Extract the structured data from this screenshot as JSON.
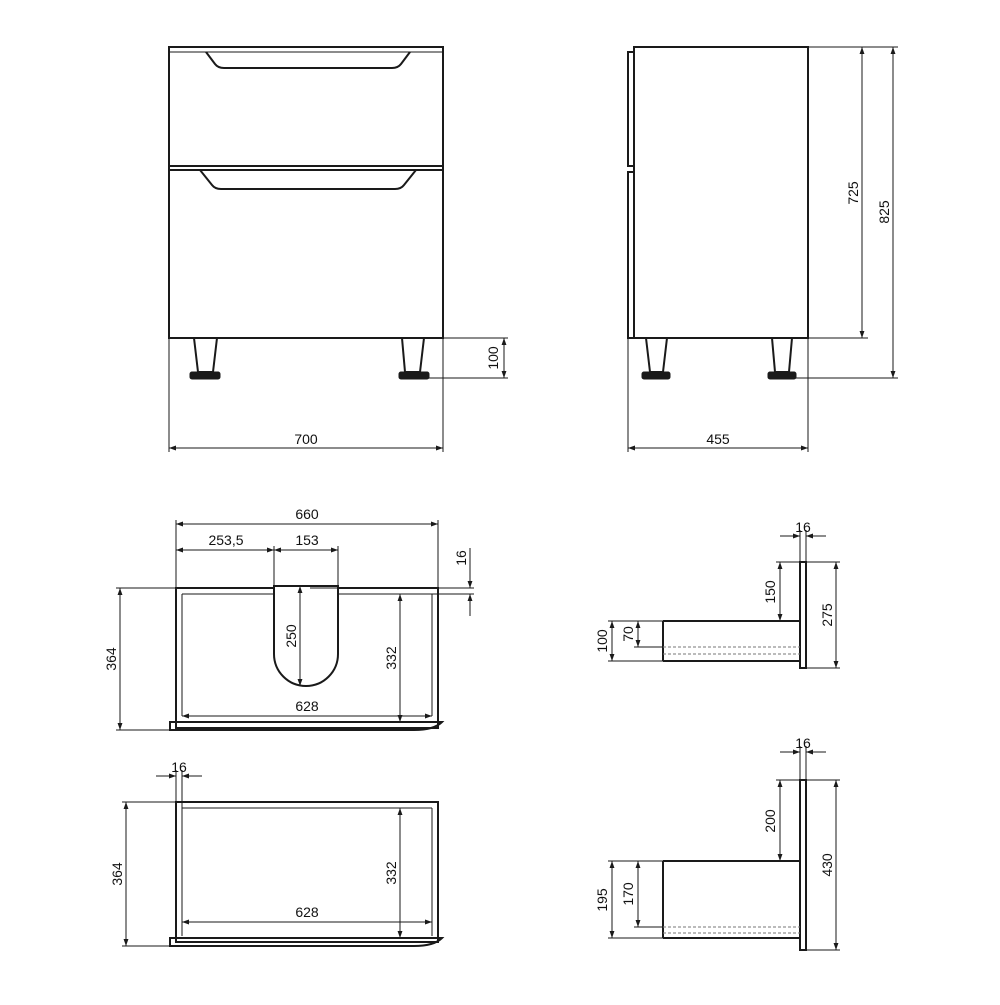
{
  "front_view": {
    "width_label": "700",
    "leg_height_label": "100"
  },
  "side_view": {
    "depth_label": "455",
    "body_height_label": "725",
    "total_height_label": "825"
  },
  "top_drawer_plan": {
    "overall_width_label": "660",
    "cutout_offset_label": "253,5",
    "cutout_width_label": "153",
    "panel_thickness_label": "16",
    "depth_label": "364",
    "cutout_depth_label": "250",
    "inner_depth_label": "332",
    "inner_width_label": "628"
  },
  "bottom_drawer_plan": {
    "panel_thickness_label": "16",
    "depth_label": "364",
    "inner_depth_label": "332",
    "inner_width_label": "628"
  },
  "top_drawer_section": {
    "panel_thickness_label": "16",
    "upper_label": "150",
    "front_height_label": "275",
    "side_height_label": "100",
    "inner_height_label": "70"
  },
  "bottom_drawer_section": {
    "panel_thickness_label": "16",
    "upper_label": "200",
    "front_height_label": "430",
    "side_height_label": "195",
    "inner_height_label": "170"
  }
}
